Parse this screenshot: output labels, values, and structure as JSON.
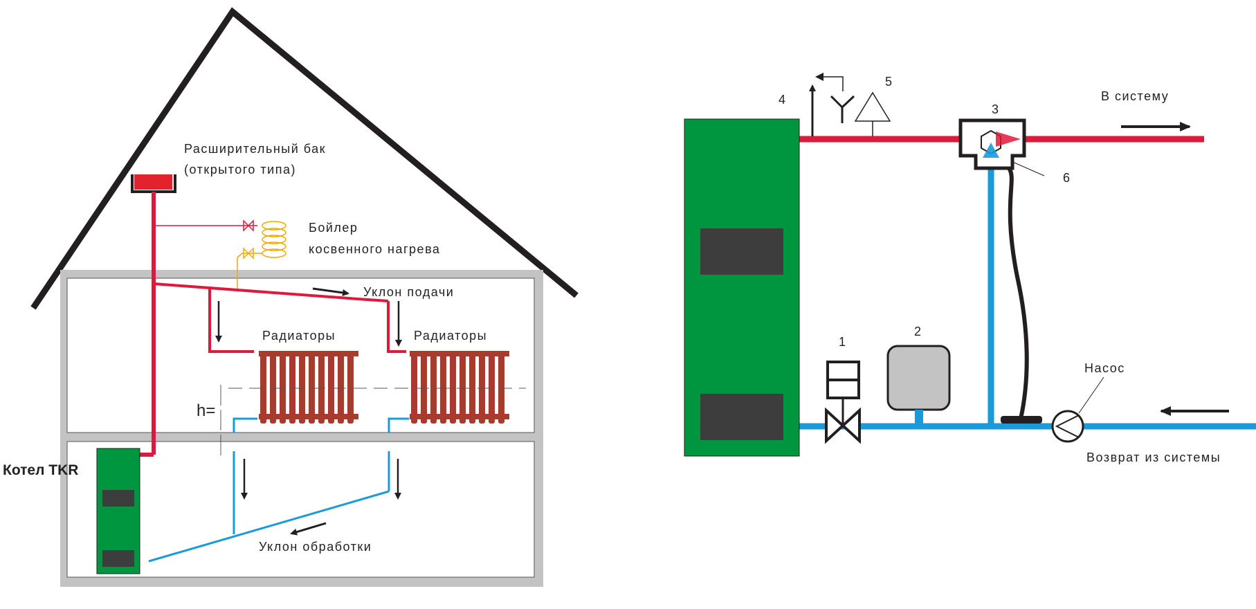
{
  "left_diagram": {
    "expansion_tank_label_line1": "Расширительный бак",
    "expansion_tank_label_line2": "(открытого типа)",
    "boiler_label_line1": "Бойлер",
    "boiler_label_line2": "косвенного нагрева",
    "supply_slope_label": "Уклон подачи",
    "radiators_label_1": "Радиаторы",
    "radiators_label_2": "Радиаторы",
    "height_label": "h=",
    "return_slope_label": "Уклон обработки",
    "boiler_unit_label": "Котел TKR"
  },
  "right_diagram": {
    "to_system_label": "В систему",
    "return_from_system_label": "Возврат из системы",
    "pump_label": "Насос",
    "marker_1": "1",
    "marker_2": "2",
    "marker_3": "3",
    "marker_4": "4",
    "marker_5": "5",
    "marker_6": "6"
  },
  "colors": {
    "supply_pipe": "#e0193b",
    "return_pipe": "#1a9ad9",
    "boiler_body": "#009640",
    "boiler_window": "#3d3d3d",
    "radiator": "#a53c2e",
    "house_walls": "#c3c3c3",
    "roof": "#231f20",
    "tank": "#e2222d",
    "indirect_boiler": "#f2a900"
  }
}
